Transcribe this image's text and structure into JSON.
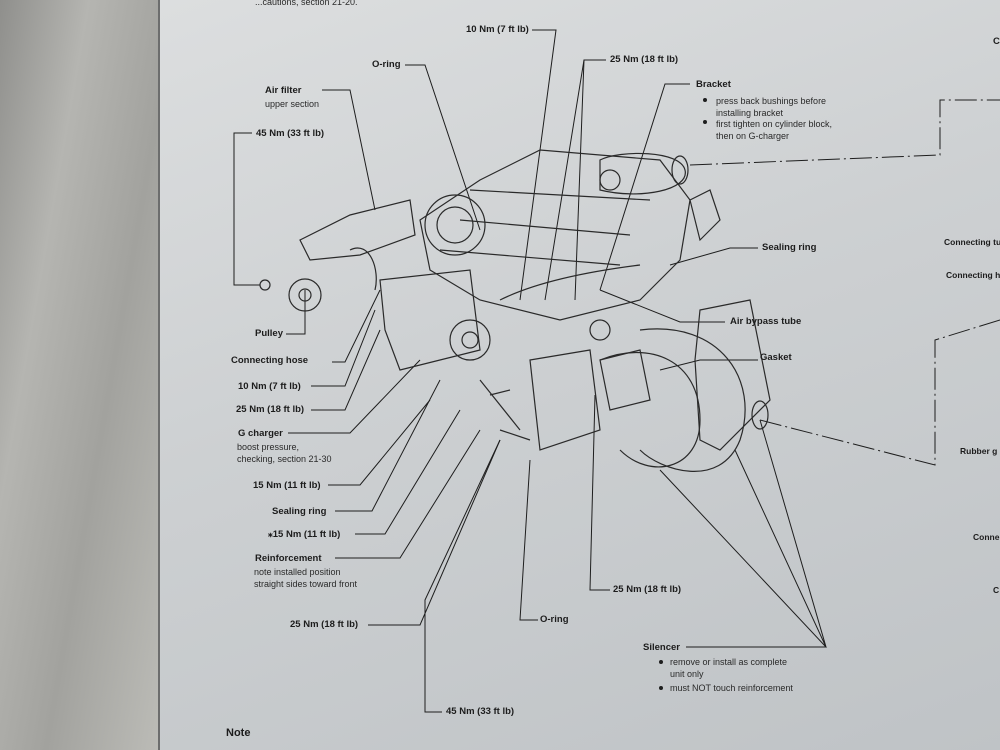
{
  "header_fragment": "...cautions, section 21-20.",
  "labels": {
    "torque_10_top": "10 Nm (7 ft lb)",
    "oring_top": "O-ring",
    "torque_25_top": "25 Nm (18 ft lb)",
    "air_filter": "Air filter",
    "air_filter_sub": "upper section",
    "torque_45_top": "45 Nm (33 ft lb)",
    "bracket": "Bracket",
    "bracket_notes": [
      "press back bushings before installing bracket",
      "first tighten on cylinder block, then on G-charger"
    ],
    "sealing_ring_right": "Sealing ring",
    "air_bypass_tube": "Air bypass tube",
    "gasket": "Gasket",
    "pulley": "Pulley",
    "connecting_hose": "Connecting hose",
    "torque_10_left": "10 Nm (7 ft lb)",
    "torque_25_left": "25 Nm (18 ft lb)",
    "g_charger": "G charger",
    "g_charger_sub": [
      "boost pressure,",
      "checking, section 21-30"
    ],
    "torque_15_a": "15 Nm (11 ft lb)",
    "sealing_ring_left": "Sealing ring",
    "torque_15_b": "⁎15 Nm (11 ft lb)",
    "reinforcement": "Reinforcement",
    "reinforcement_sub": [
      "note installed position",
      "straight sides toward front"
    ],
    "torque_25_bottom_left": "25 Nm (18 ft lb)",
    "oring_bottom": "O-ring",
    "torque_25_bottom_right": "25 Nm (18 ft lb)",
    "silencer": "Silencer",
    "silencer_notes": [
      "remove or install as complete unit only",
      "must NOT touch reinforcement"
    ],
    "torque_45_bottom": "45 Nm (33 ft lb)",
    "note": "Note",
    "right_edge": [
      "C",
      "Connecting tu",
      "Connecting h",
      "Rubber g",
      "Conne",
      "C"
    ]
  }
}
